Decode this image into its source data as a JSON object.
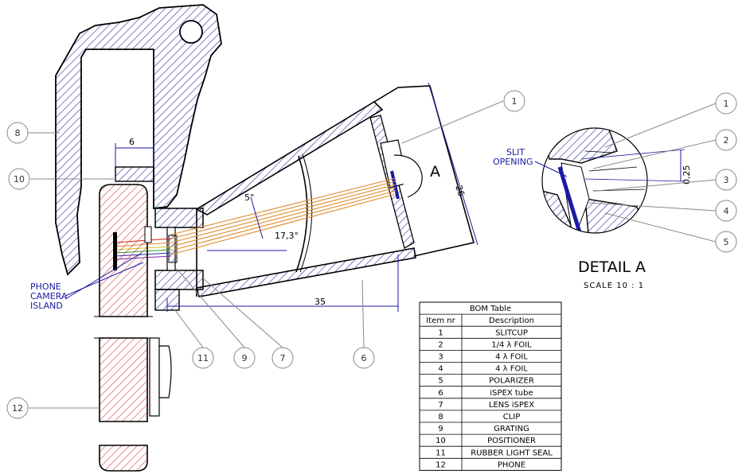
{
  "callouts": [
    "1",
    "2",
    "3",
    "4",
    "5",
    "6",
    "7",
    "8",
    "9",
    "10",
    "11",
    "12"
  ],
  "dimensions": {
    "d6": "6",
    "d35": "35",
    "d26": "26",
    "d025": "0,25",
    "angle5": "5°",
    "angle173": "17,3°"
  },
  "labels": {
    "view_a": "A",
    "phone_camera_island": [
      "PHONE",
      "CAMERA",
      "ISLAND"
    ],
    "slit_opening": [
      "SLIT",
      "OPENING"
    ]
  },
  "detail": {
    "title": "DETAIL A",
    "scale": "SCALE 10 : 1"
  },
  "bom": {
    "title": "BOM Table",
    "headers": [
      "Item nr",
      "Description"
    ],
    "rows": [
      [
        "1",
        "SLITCUP"
      ],
      [
        "2",
        "1/4 λ FOIL"
      ],
      [
        "3",
        "4 λ FOIL"
      ],
      [
        "4",
        "4 λ FOIL"
      ],
      [
        "5",
        "POLARIZER"
      ],
      [
        "6",
        "iSPEX tube"
      ],
      [
        "7",
        "LENS iSPEX"
      ],
      [
        "8",
        "CLIP"
      ],
      [
        "9",
        "GRATING"
      ],
      [
        "10",
        "POSITIONER"
      ],
      [
        "11",
        "RUBBER LIGHT SEAL"
      ],
      [
        "12",
        "PHONE"
      ]
    ]
  },
  "colors": {
    "blue_hatch": "#2a2aa8",
    "red_hatch": "#d43030",
    "ray_orange": "#e08a2a",
    "dim_blue": "#1a1aa6"
  }
}
